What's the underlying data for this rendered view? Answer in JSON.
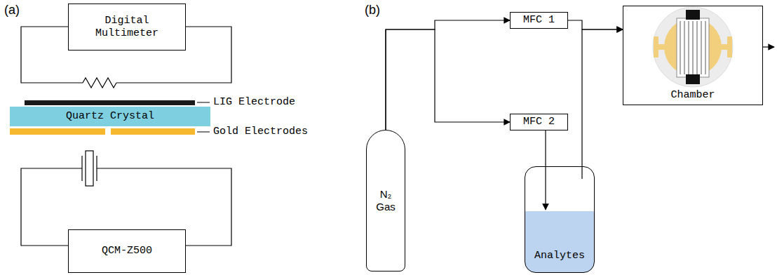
{
  "diagram": {
    "nodes": [
      {
        "text": [
          "Digital Multimeter"
        ]
      },
      {
        "text": [
          "Quartz Crystal"
        ]
      },
      {
        "text": [
          "QCM-Z500"
        ]
      },
      {
        "text": [
          "N₂ Gas"
        ]
      },
      {
        "text": [
          "MFC 1"
        ]
      },
      {
        "text": [
          "MFC 2"
        ]
      },
      {
        "text": [
          "Analytes"
        ]
      },
      {
        "text": [
          "Chamber"
        ]
      }
    ],
    "edges": [
      {
        "from": 3,
        "to": 4,
        "arrow": "to"
      },
      {
        "from": 3,
        "to": 5,
        "arrow": "to"
      },
      {
        "from": 4,
        "to": 7,
        "arrow": "to"
      },
      {
        "from": 5,
        "to": 6,
        "arrow": "to"
      },
      {
        "from": 6,
        "to": 7,
        "arrow": "to"
      }
    ],
    "labels": [
      "(a)",
      "(b)",
      "LIG Electrode",
      "Gold Electrodes"
    ]
  }
}
